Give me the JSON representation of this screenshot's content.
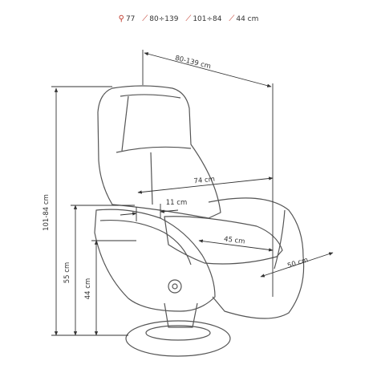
{
  "header": {
    "specs": [
      {
        "icon": "seat-width-icon",
        "value": "77"
      },
      {
        "icon": "reclined-depth-icon",
        "value": "80÷139"
      },
      {
        "icon": "height-icon",
        "value": "101÷84"
      },
      {
        "icon": "seat-height-icon",
        "value": "44 cm"
      }
    ]
  },
  "dimensions": {
    "depth_range": "80-139 cm",
    "total_height": "101-84 cm",
    "armrest_height": "55 cm",
    "seat_height": "44 cm",
    "inner_width": "74 cm",
    "armrest_width": "11 cm",
    "seat_depth": "45 cm",
    "seat_width": "50 cm"
  },
  "colors": {
    "accent": "#c0392b",
    "line": "#333333",
    "chair": "#555555"
  }
}
